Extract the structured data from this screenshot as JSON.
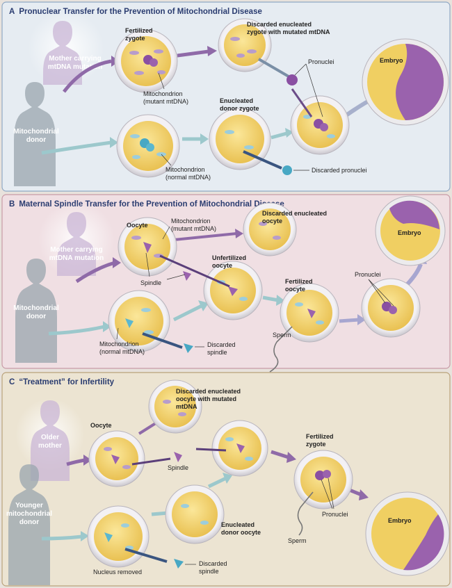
{
  "panel_a": {
    "letter": "A",
    "title": "Pronuclear Transfer for the Prevention of Mitochondrial Disease",
    "mother_line1": "Mother carrying",
    "mother_line2": "mtDNA mutation",
    "donor_line1": "Mitochondrial",
    "donor_line2": "donor",
    "fertilized_zygote_1": "Fertilized",
    "fertilized_zygote_2": "zygote",
    "mito_mutant_1": "Mitochondrion",
    "mito_mutant_2": "(mutant mtDNA)",
    "discarded_1": "Discarded enucleated",
    "discarded_2": "zygote with mutated mtDNA",
    "pronuclei": "Pronuclei",
    "embryo": "Embryo",
    "enucleated_1": "Enucleated",
    "enucleated_2": "donor zygote",
    "mito_normal_1": "Mitochondrion",
    "mito_normal_2": "(normal mtDNA)",
    "discarded_pronuclei": "Discarded pronuclei"
  },
  "panel_b": {
    "letter": "B",
    "title": "Maternal Spindle Transfer for the Prevention of Mitochondrial Disease",
    "mother_line1": "Mother carrying",
    "mother_line2": "mtDNA mutation",
    "donor_line1": "Mitochondrial",
    "donor_line2": "donor",
    "oocyte": "Oocyte",
    "mito_mutant_1": "Mitochondrion",
    "mito_mutant_2": "(mutant mtDNA)",
    "discarded_1": "Discarded enucleated",
    "discarded_2": "oocyte",
    "embryo": "Embryo",
    "spindle": "Spindle",
    "unfertilized_1": "Unfertilized",
    "unfertilized_2": "oocyte",
    "fertilized_1": "Fertilized",
    "fertilized_2": "oocyte",
    "pronuclei": "Pronuclei",
    "sperm": "Sperm",
    "mito_normal_1": "Mitochondrion",
    "mito_normal_2": "(normal mtDNA)",
    "discarded_spindle_1": "Discarded",
    "discarded_spindle_2": "spindle"
  },
  "panel_c": {
    "letter": "C",
    "title": "“Treatment” for Infertility",
    "older_1": "Older",
    "older_2": "mother",
    "younger_1": "Younger",
    "younger_2": "mitochondrial",
    "younger_3": "donor",
    "oocyte": "Oocyte",
    "discarded_1": "Discarded enucleated",
    "discarded_2": "oocyte with mutated",
    "discarded_3": "mtDNA",
    "spindle": "Spindle",
    "fertilized_1": "Fertilized",
    "fertilized_2": "zygote",
    "pronuclei": "Pronuclei",
    "sperm": "Sperm",
    "embryo": "Embryo",
    "enucleated_1": "Enucleated",
    "enucleated_2": "donor oocyte",
    "nucleus_removed": "Nucleus removed",
    "discarded_spindle_1": "Discarded",
    "discarded_spindle_2": "spindle"
  },
  "colors": {
    "panel_a_bg": "#e6ecf2",
    "panel_b_bg": "#f0dfe3",
    "panel_c_bg": "#ece4d2",
    "title_text": "#2a3c70",
    "cytoplasm": "#f2d470",
    "zona": "#ece9ec",
    "mutant_arrow": "#8f6aa8",
    "normal_arrow": "#9cc8cc",
    "nucleus_purple": "#8a4fa2",
    "nucleus_cyan": "#48a8c4",
    "embryo_yellow": "#f0cf62",
    "embryo_purple": "#9a62ad"
  }
}
